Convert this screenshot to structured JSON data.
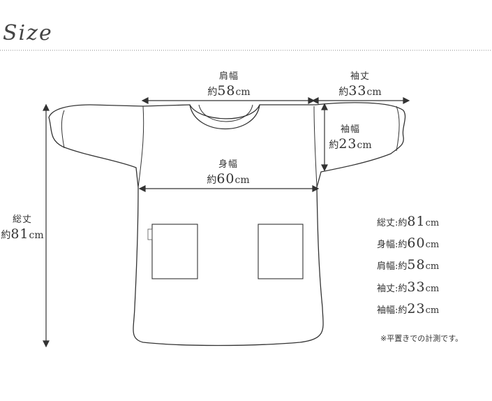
{
  "title": "Size",
  "labels": {
    "shoulder": {
      "name": "肩幅",
      "prefix": "約",
      "value": "58",
      "unit": "cm"
    },
    "sleeve_length": {
      "name": "袖丈",
      "prefix": "約",
      "value": "33",
      "unit": "cm"
    },
    "sleeve_width": {
      "name": "袖幅",
      "prefix": "約",
      "value": "23",
      "unit": "cm"
    },
    "body_width": {
      "name": "身幅",
      "prefix": "約",
      "value": "60",
      "unit": "cm"
    },
    "total_length": {
      "name": "総丈",
      "prefix": "約",
      "value": "81",
      "unit": "cm"
    }
  },
  "specs": [
    {
      "name": "総丈",
      "sep": ":",
      "prefix": "約",
      "value": "81",
      "unit": "cm"
    },
    {
      "name": "身幅",
      "sep": ":",
      "prefix": "約",
      "value": "60",
      "unit": "cm"
    },
    {
      "name": "肩幅",
      "sep": ":",
      "prefix": "約",
      "value": "58",
      "unit": "cm"
    },
    {
      "name": "袖丈",
      "sep": ":",
      "prefix": "約",
      "value": "33",
      "unit": "cm"
    },
    {
      "name": "袖幅",
      "sep": ":",
      "prefix": "約",
      "value": "23",
      "unit": "cm"
    }
  ],
  "note": "※平置きでの計測です。",
  "colors": {
    "line": "#333333",
    "rule": "#888888"
  }
}
